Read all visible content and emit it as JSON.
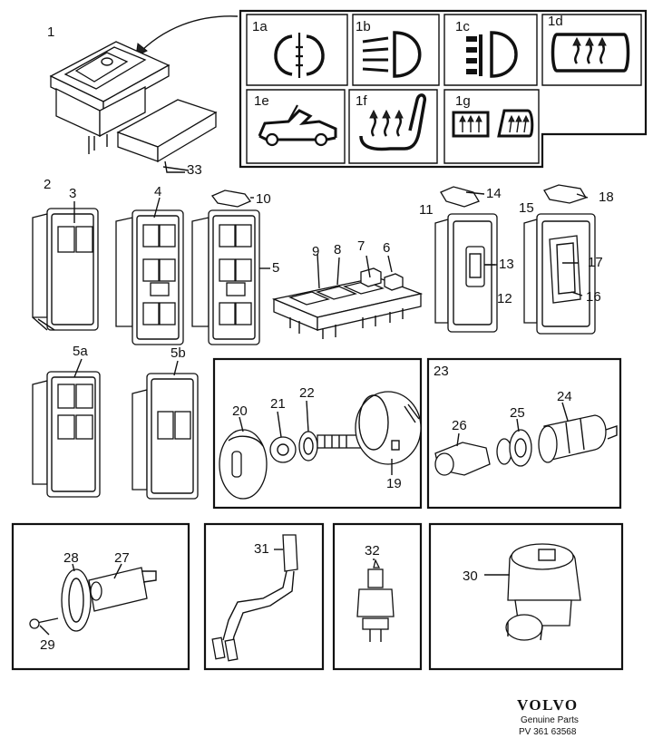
{
  "callouts": {
    "c1": "1",
    "c1a": "1a",
    "c1b": "1b",
    "c1c": "1c",
    "c1d": "1d",
    "c1e": "1e",
    "c1f": "1f",
    "c1g": "1g",
    "c2": "2",
    "c3": "3",
    "c4": "4",
    "c5": "5",
    "c5a": "5a",
    "c5b": "5b",
    "c6": "6",
    "c7": "7",
    "c8": "8",
    "c9": "9",
    "c10": "10",
    "c11": "11",
    "c12": "12",
    "c13": "13",
    "c14": "14",
    "c15": "15",
    "c16": "16",
    "c17": "17",
    "c18": "18",
    "c19": "19",
    "c20": "20",
    "c21": "21",
    "c22": "22",
    "c23": "23",
    "c24": "24",
    "c25": "25",
    "c26": "26",
    "c27": "27",
    "c28": "28",
    "c29": "29",
    "c30": "30",
    "c31": "31",
    "c32": "32",
    "c33": "33"
  },
  "footer": {
    "brand": "VOLVO",
    "tagline": "Genuine Parts",
    "code": "PV 361 63568"
  }
}
